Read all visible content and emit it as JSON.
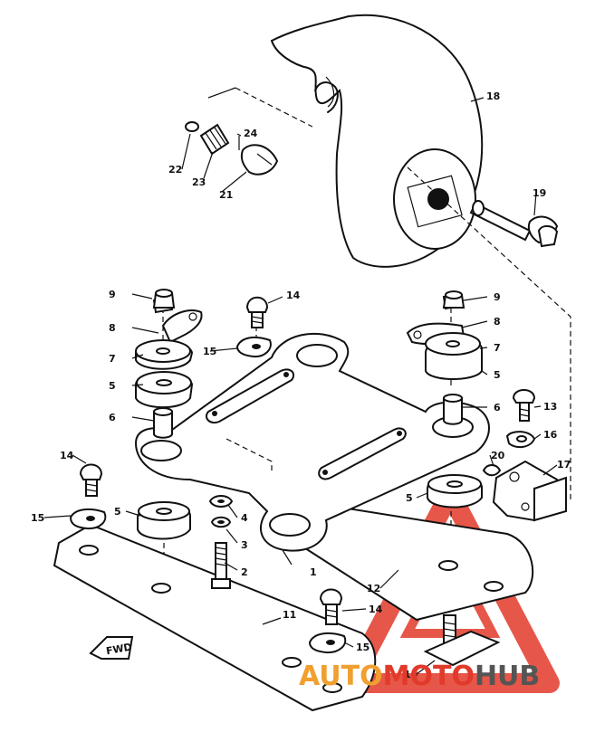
{
  "callouts": [
    {
      "id": "c1",
      "text": "1"
    },
    {
      "id": "c2",
      "text": "2"
    },
    {
      "id": "c3",
      "text": "3"
    },
    {
      "id": "c4",
      "text": "4"
    },
    {
      "id": "c5a",
      "text": "5"
    },
    {
      "id": "c5b",
      "text": "5"
    },
    {
      "id": "c5c",
      "text": "5"
    },
    {
      "id": "c5d",
      "text": "5"
    },
    {
      "id": "c6a",
      "text": "6"
    },
    {
      "id": "c6b",
      "text": "6"
    },
    {
      "id": "c7a",
      "text": "7"
    },
    {
      "id": "c7b",
      "text": "7"
    },
    {
      "id": "c8a",
      "text": "8"
    },
    {
      "id": "c8b",
      "text": "8"
    },
    {
      "id": "c9a",
      "text": "9"
    },
    {
      "id": "c9b",
      "text": "9"
    },
    {
      "id": "c10",
      "text": "10"
    },
    {
      "id": "c11",
      "text": "11"
    },
    {
      "id": "c12",
      "text": "12"
    },
    {
      "id": "c13",
      "text": "13"
    },
    {
      "id": "c14a",
      "text": "14"
    },
    {
      "id": "c14b",
      "text": "14"
    },
    {
      "id": "c14c",
      "text": "14"
    },
    {
      "id": "c15a",
      "text": "15"
    },
    {
      "id": "c15b",
      "text": "15"
    },
    {
      "id": "c15c",
      "text": "15"
    },
    {
      "id": "c16",
      "text": "16"
    },
    {
      "id": "c17",
      "text": "17"
    },
    {
      "id": "c18",
      "text": "18"
    },
    {
      "id": "c19",
      "text": "19"
    },
    {
      "id": "c20",
      "text": "20"
    },
    {
      "id": "c21",
      "text": "21"
    },
    {
      "id": "c22",
      "text": "22"
    },
    {
      "id": "c23",
      "text": "23"
    },
    {
      "id": "c24",
      "text": "24"
    }
  ],
  "fwd_label": "FWD",
  "watermark": {
    "part1": "AUTO",
    "part2": "MOTO",
    "part3": "HUB",
    "color_orange": "#f0a030",
    "color_red": "#e23a2a",
    "color_gray": "#555555"
  }
}
